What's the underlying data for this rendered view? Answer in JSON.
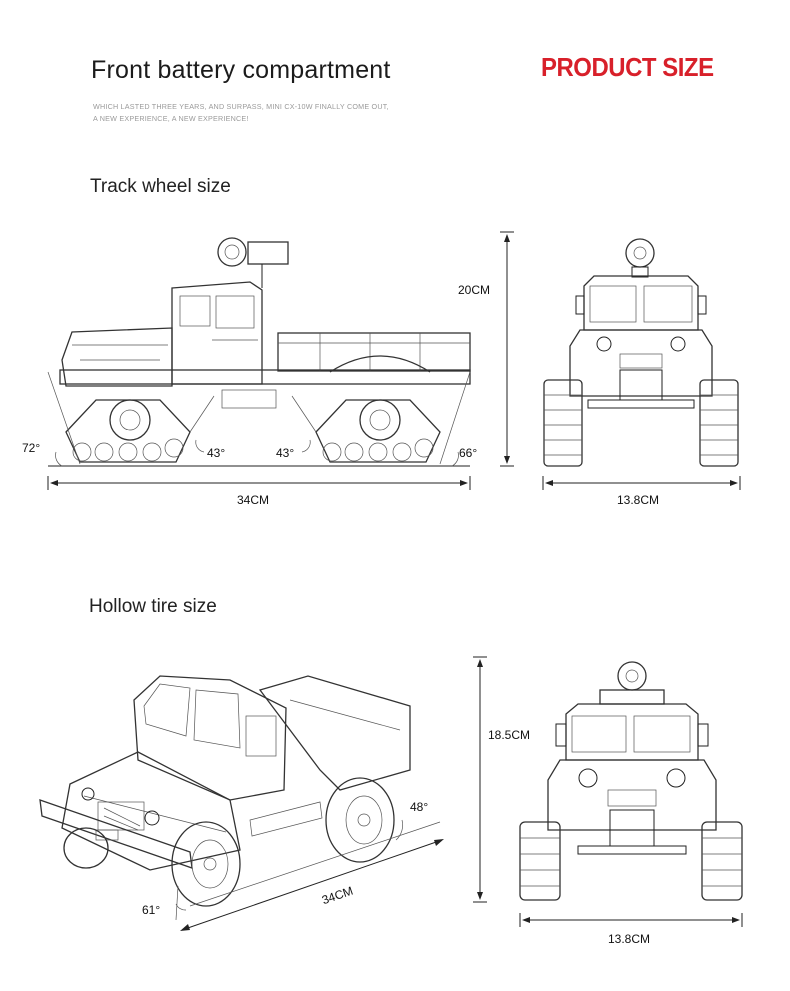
{
  "header": {
    "title": "Front battery compartment",
    "brand": "PRODUCT SIZE",
    "subtitle_line1": "WHICH LASTED THREE YEARS, AND SURPASS, MINI CX-10W FINALLY COME OUT,",
    "subtitle_line2": "A NEW EXPERIENCE, A NEW EXPERIENCE!"
  },
  "section_track": {
    "title": "Track wheel size",
    "height": "20CM",
    "length": "34CM",
    "width": "13.8CM",
    "angle_rear": "72°",
    "angle_rear_track": "43°",
    "angle_front_track": "43°",
    "angle_front": "66°"
  },
  "section_hollow": {
    "title": "Hollow tire size",
    "height": "18.5CM",
    "length": "34CM",
    "width": "13.8CM",
    "angle_side": "48°",
    "angle_front": "61°"
  }
}
